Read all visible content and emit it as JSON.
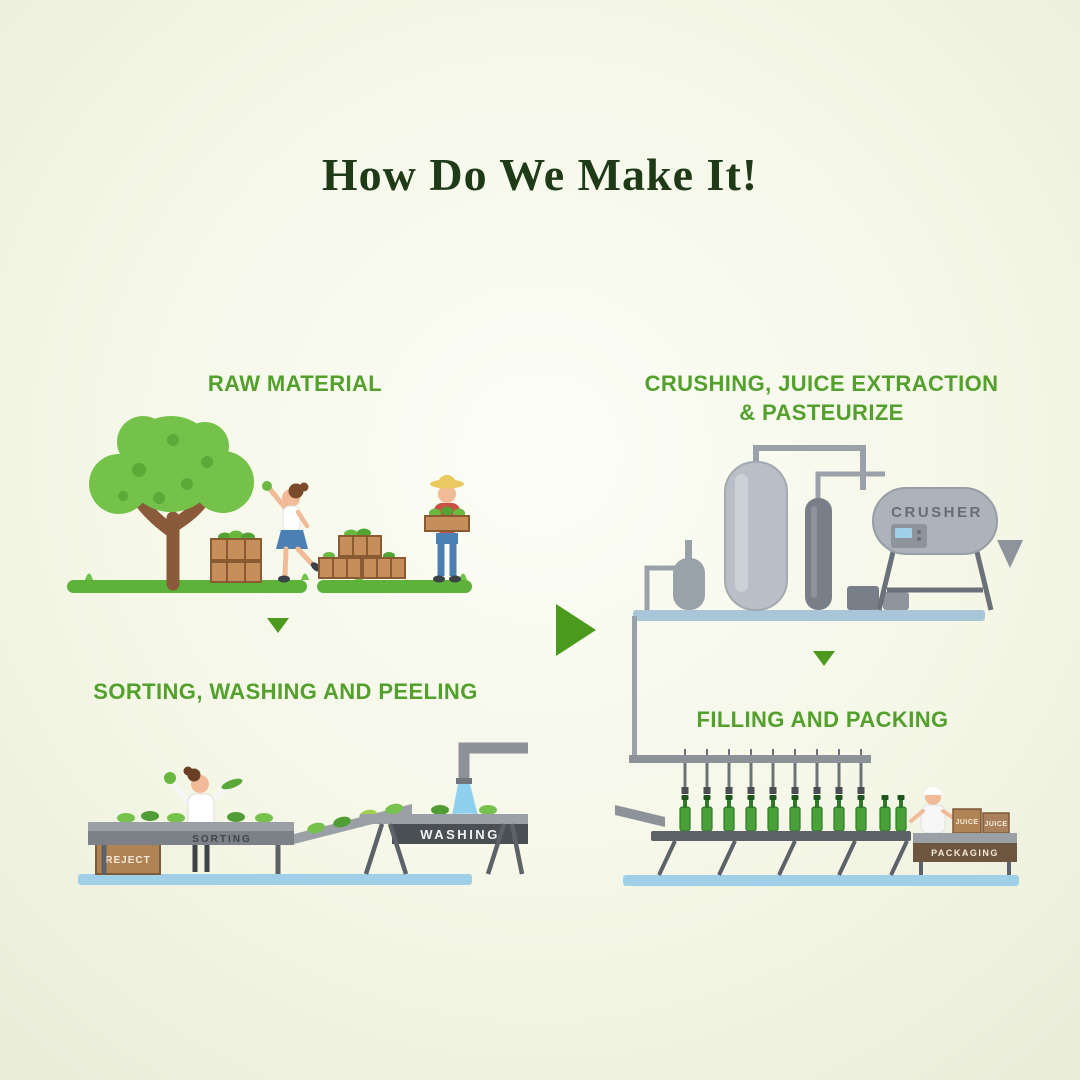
{
  "page": {
    "title": "How Do We Make It!"
  },
  "steps": {
    "raw_material": {
      "label": "RAW MATERIAL"
    },
    "sorting_washing_peeling": {
      "label": "SORTING, WASHING AND PEELING"
    },
    "crushing_juice_extraction_pasteurize": {
      "label_line1": "CRUSHING, JUICE EXTRACTION",
      "label_line2": "& PASTEURIZE"
    },
    "filling_packing": {
      "label": "FILLING AND PACKING"
    }
  },
  "signs": {
    "crusher": "CRUSHER",
    "sorting": "SORTING",
    "washing": "WASHING",
    "reject": "REJECT",
    "packaging": "PACKAGING",
    "juice": "JUICE"
  },
  "colors": {
    "title_text": "#1e3a17",
    "heading_text": "#53a02d",
    "arrow_green": "#4c9a1d",
    "platform_blue": "#9fd0e8",
    "background": "#f5f7e8"
  }
}
